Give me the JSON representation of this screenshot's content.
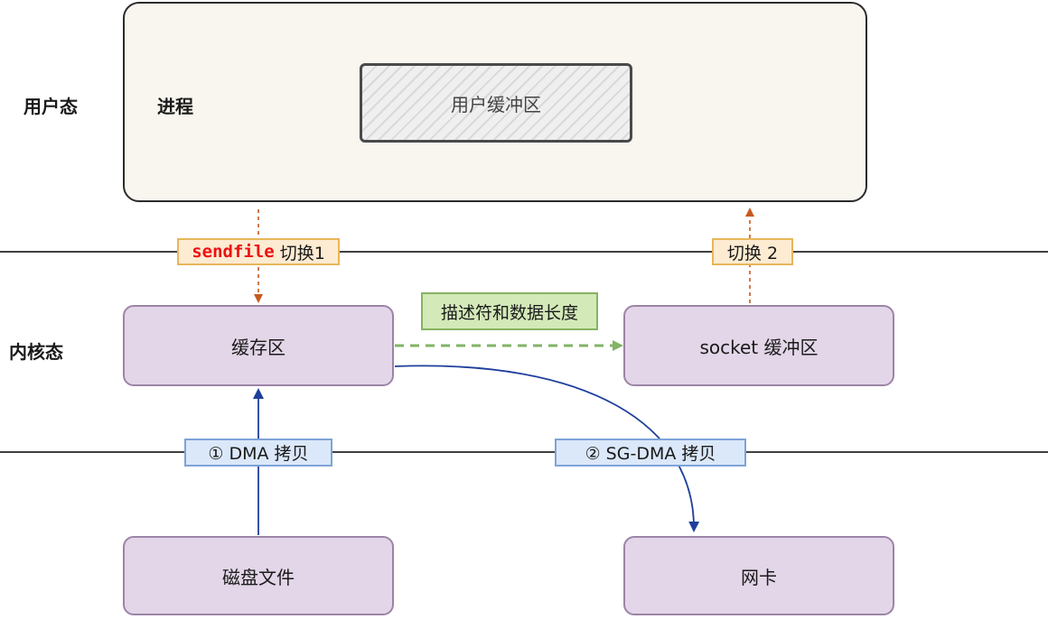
{
  "zones": {
    "user_mode": "用户态",
    "kernel_mode": "内核态"
  },
  "process": {
    "label": "进程",
    "user_buffer": "用户缓冲区"
  },
  "kernel": {
    "page_cache": "缓存区",
    "socket_buffer": "socket 缓冲区"
  },
  "devices": {
    "disk_file": "磁盘文件",
    "nic": "网卡"
  },
  "tags": {
    "sendfile_keyword": "sendfile",
    "switch1": "切换1",
    "switch2": "切换 2",
    "descriptor": "描述符和数据长度",
    "dma_copy": "① DMA 拷贝",
    "sg_dma_copy": "② SG-DMA 拷贝"
  },
  "colors": {
    "process_fill": "#f8f6ee",
    "kernel_fill": "#e3d6e8",
    "kernel_border": "#9c84a7",
    "orange_arrow": "#c65a1e",
    "green_arrow": "#82b366",
    "blue_arrow": "#1f3f9c",
    "sendfile_text": "#ee1111"
  }
}
